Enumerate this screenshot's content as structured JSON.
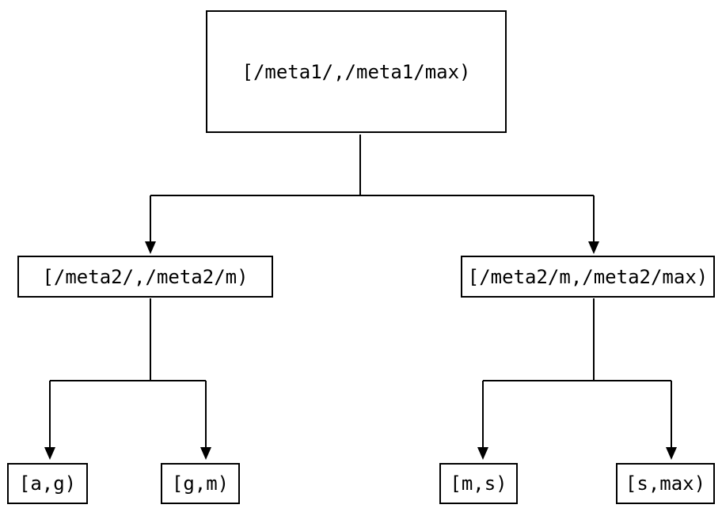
{
  "colors": {
    "background": "#ffffff",
    "line": "#000000",
    "node_fill": "#ffffff",
    "node_border": "#000000",
    "text": "#000000"
  },
  "nodes": {
    "root": {
      "label": "[/meta1/,/meta1/max)"
    },
    "left": {
      "label": "[/meta2/,/meta2/m)"
    },
    "right": {
      "label": "[/meta2/m,/meta2/max)"
    },
    "leaf_ag": {
      "label": "[a,g)"
    },
    "leaf_gm": {
      "label": "[g,m)"
    },
    "leaf_ms": {
      "label": "[m,s)"
    },
    "leaf_smax": {
      "label": "[s,max)"
    }
  },
  "edges": [
    {
      "from": "root",
      "to": "left"
    },
    {
      "from": "root",
      "to": "right"
    },
    {
      "from": "left",
      "to": "leaf_ag"
    },
    {
      "from": "left",
      "to": "leaf_gm"
    },
    {
      "from": "right",
      "to": "leaf_ms"
    },
    {
      "from": "right",
      "to": "leaf_smax"
    }
  ]
}
